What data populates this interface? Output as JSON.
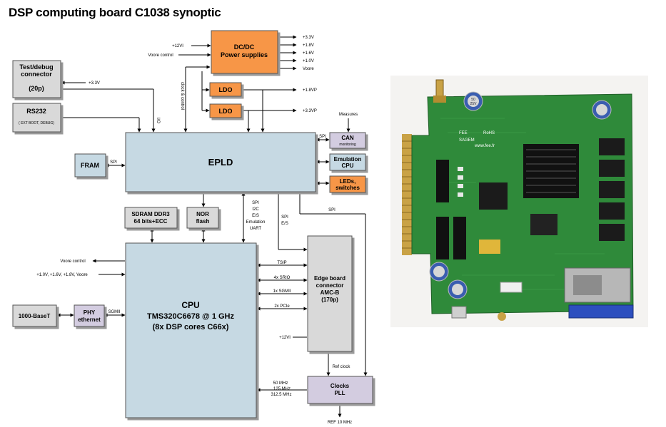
{
  "title": "DSP computing board C1038 synoptic",
  "blocks": {
    "test_debug": [
      "Test/debug",
      "connector",
      "(20p)"
    ],
    "rs232": [
      "RS232",
      "( EXT BOOT, DEBUG)"
    ],
    "fram": "FRAM",
    "dcdc": [
      "DC/DC",
      "Power supplies"
    ],
    "ldo1": "LDO",
    "ldo2": "LDO",
    "epld": "EPLD",
    "can": [
      "CAN",
      "monitoring"
    ],
    "emul": [
      "Emulation",
      "CPU"
    ],
    "leds": [
      "LEDs,",
      "switches"
    ],
    "sdram": [
      "SDRAM DDR3",
      "64 bits+ECC"
    ],
    "nor": [
      "NOR",
      "flash"
    ],
    "cpu": [
      "CPU",
      "TMS320C6678 @ 1 GHz",
      "(8x DSP cores C66x)"
    ],
    "edge": [
      "Edge board",
      "connector",
      "AMC-B",
      "(170p)"
    ],
    "clocks": [
      "Clocks",
      "PLL"
    ],
    "phy": [
      "PHY",
      "ethernet"
    ],
    "baset": "1000-BaseT"
  },
  "labels": {
    "v12_top": "+12VI",
    "voore_ctrl_top": "Voore control",
    "v33_test": "+3.3V",
    "io": "I/O",
    "clk_ctrl": "clock & control",
    "out_33": "+3.3V",
    "out_18": "+1.8V",
    "out_16": "+1.6V",
    "out_10": "+1.0V",
    "out_voore": "Voore",
    "out_18vp": "+1.8VP",
    "out_33vp": "+3.3VP",
    "measures": "Measures",
    "spi_can": "SPI",
    "spi_fram": "SPI",
    "bus_stack": [
      "SPI",
      "I2C",
      "E/S",
      "Emulation",
      "UART"
    ],
    "spi_es": [
      "SPI",
      "E/S"
    ],
    "spi_right": "SPI",
    "tsip": "TSIP",
    "srio": "4x SRIO",
    "sgmii1": "1x SGMII",
    "pcie": "2x PCIe",
    "v12_edge": "+12VI",
    "ref_clock": "Ref clock",
    "clk_freqs": [
      "50 MHz",
      "125 MHz",
      "312.5 MHz"
    ],
    "ref10": "REF 10 MHz",
    "voore_left": "Voore control",
    "volts_left": "+1.0V, +1.6V, +1.8V, Voore",
    "sgmii_phy": "SGMII"
  },
  "photo": {
    "board_text": [
      "FEE",
      "SAGEM",
      "www.fee.fr",
      "RoHS"
    ],
    "cap_texts": [
      "50",
      "25V"
    ]
  },
  "colors": {
    "blue_block": "#c6d9e3",
    "orange_block": "#f79646",
    "gray_block": "#d9d9d9",
    "purple_block": "#d3cce0",
    "pcb_green": "#2f8a3a"
  }
}
